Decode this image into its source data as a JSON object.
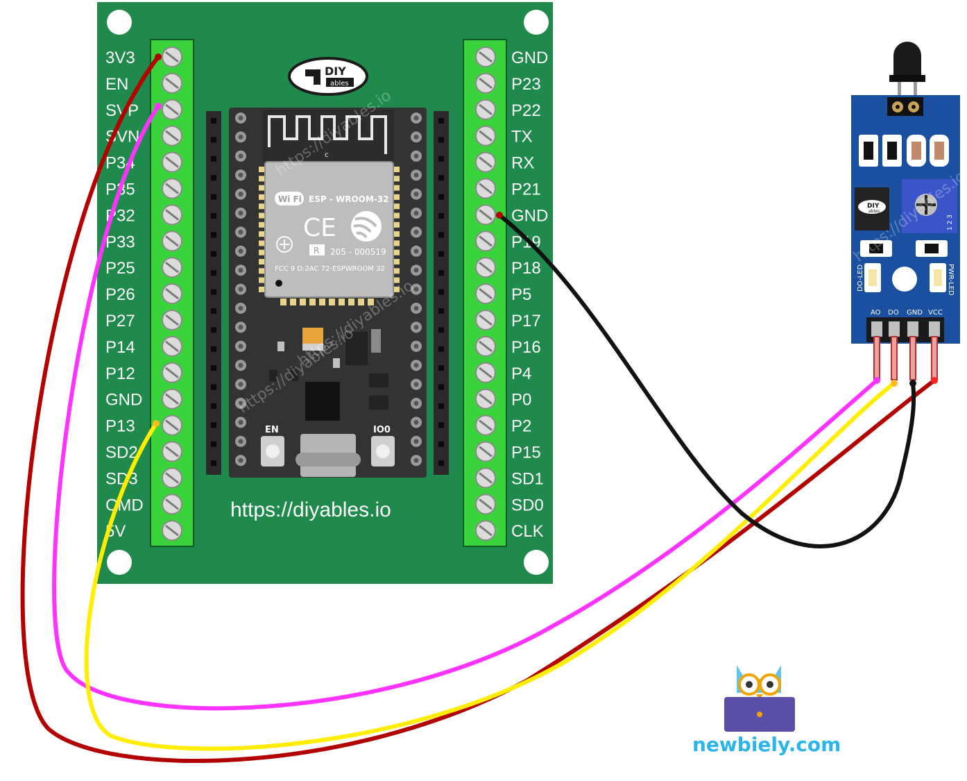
{
  "board": {
    "logo_text": "DIY",
    "logo_sub": "ables",
    "url": "https://diyables.io",
    "left_pins": [
      "3V3",
      "EN",
      "SVP",
      "SVN",
      "P34",
      "P35",
      "P32",
      "P33",
      "P25",
      "P26",
      "P27",
      "P14",
      "P12",
      "GND",
      "P13",
      "SD2",
      "SD3",
      "CMD",
      "5V"
    ],
    "right_pins": [
      "GND",
      "P23",
      "P22",
      "TX",
      "RX",
      "P21",
      "GND",
      "P19",
      "P18",
      "P5",
      "P17",
      "P16",
      "P4",
      "P0",
      "P2",
      "P15",
      "SD1",
      "SD0",
      "CLK"
    ],
    "module": {
      "name": "ESP - WROOM-32",
      "cert_id": "205 - 000519",
      "fcc": "FCC 9 D:2AC 72-ESPWROOM 32",
      "r_mark": "R",
      "ce_mark": "CE",
      "wifi_mark": "Wi Fi",
      "c_mark": "c"
    },
    "buttons": {
      "en": "EN",
      "io0": "IO0"
    },
    "watermarks": [
      "https://diyables.io",
      "https://diyables.io",
      "https://diyables.io"
    ]
  },
  "sensor": {
    "pins": [
      "AO",
      "DO",
      "GND",
      "VCC"
    ],
    "do_led": "DO-LED",
    "pwr_led": "PWR-LED",
    "logo_text": "DIY",
    "logo_sub": "ables",
    "pot_digits": "1 2 3",
    "watermark": "https://diyables.io"
  },
  "wires": [
    {
      "from": "3V3",
      "to": "VCC",
      "color": "#c00000"
    },
    {
      "from": "SVP",
      "to": "AO",
      "color": "#ff33ff"
    },
    {
      "from": "P13",
      "to": "DO",
      "color": "#ffee00"
    },
    {
      "from": "GND",
      "to": "GND",
      "color": "#111111"
    }
  ],
  "colors": {
    "board": "#1f8a4c",
    "terminal": "#3bd33b",
    "sensor_pcb": "#1b4fa0",
    "brand": "#2bb5e8"
  },
  "footer": {
    "brand": "newbiely.com"
  }
}
